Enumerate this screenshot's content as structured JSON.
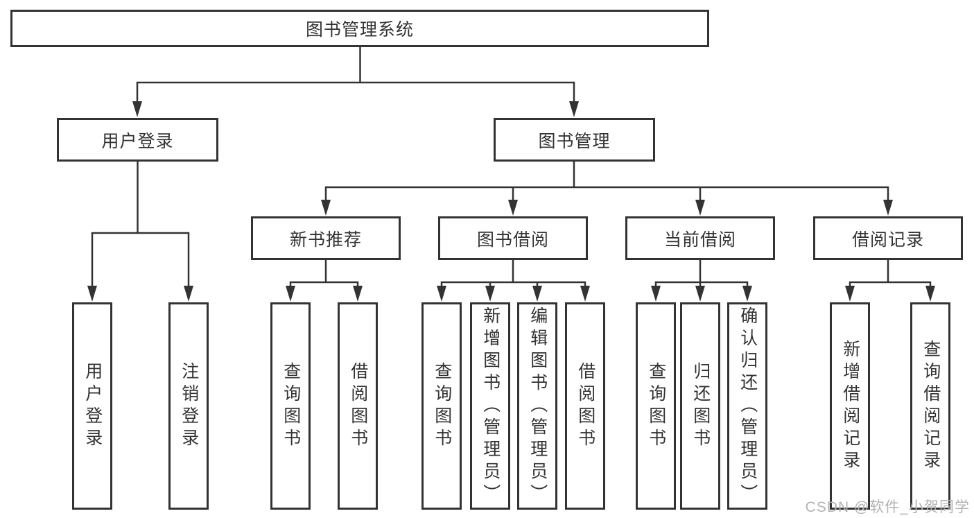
{
  "nodes": {
    "root": "图书管理系统",
    "user_login": "用户登录",
    "book_management": "图书管理",
    "new_book_recommend": "新书推荐",
    "book_borrow": "图书借阅",
    "current_borrow": "当前借阅",
    "borrow_records": "借阅记录"
  },
  "leaves": {
    "login": [
      "用户登录",
      "注销登录"
    ],
    "newbook": [
      "查询图书",
      "借阅图书"
    ],
    "borrow": [
      "查询图书",
      "新增图书（管理员）",
      "编辑图书（管理员）",
      "借阅图书"
    ],
    "current": [
      "查询图书",
      "归还图书",
      "确认归还（管理员）"
    ],
    "records": [
      "新增借阅记录",
      "查询借阅记录"
    ]
  },
  "watermark": "CSDN @软件_小贺同学",
  "colors": {
    "line": "#333333",
    "box_border": "#333333",
    "text": "#333333",
    "watermark": "#b3b3b3",
    "background": "#ffffff"
  }
}
